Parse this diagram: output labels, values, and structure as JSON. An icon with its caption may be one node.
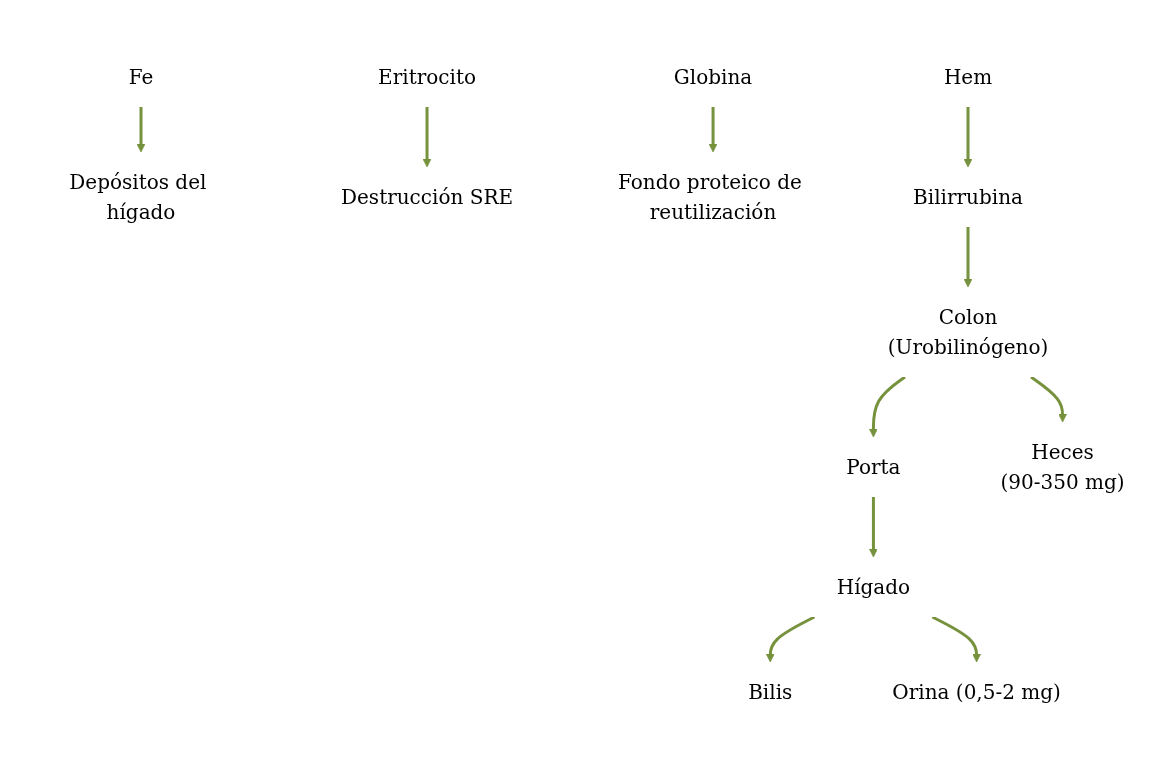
{
  "diagram": {
    "nodes": [
      {
        "text": [
          "Fe"
        ]
      },
      {
        "text": [
          "Depósitos del hígado"
        ]
      },
      {
        "text": [
          "Eritrocito"
        ]
      },
      {
        "text": [
          "Destrucción SRE"
        ]
      },
      {
        "text": [
          "Globina"
        ]
      },
      {
        "text": [
          "Fondo proteico de reutilización"
        ]
      },
      {
        "text": [
          "Hem"
        ]
      },
      {
        "text": [
          "Bilirrubina"
        ]
      },
      {
        "text": [
          "Colon",
          "(Urobilinógeno)"
        ]
      },
      {
        "text": [
          "Porta"
        ]
      },
      {
        "text": [
          "Heces"
        ],
        "beside": [
          "(90-350 mg)"
        ]
      },
      {
        "text": [
          "Hígado"
        ]
      },
      {
        "text": [
          "Bilis"
        ]
      },
      {
        "text": [
          "Orina (0,5-2 mg)"
        ]
      }
    ],
    "edges": [
      {
        "from": 0,
        "to": 1,
        "arrow": "to"
      },
      {
        "from": 2,
        "to": 3,
        "arrow": "to"
      },
      {
        "from": 4,
        "to": 5,
        "arrow": "to"
      },
      {
        "from": 6,
        "to": 7,
        "arrow": "to"
      },
      {
        "from": 7,
        "to": 8,
        "arrow": "to"
      },
      {
        "from": 8,
        "to": 9,
        "arrow": "to"
      },
      {
        "from": 8,
        "to": 10,
        "arrow": "to"
      },
      {
        "from": 9,
        "to": 11,
        "arrow": "to"
      },
      {
        "from": 11,
        "to": 12,
        "arrow": "to"
      },
      {
        "from": 11,
        "to": 13,
        "arrow": "to"
      }
    ]
  }
}
